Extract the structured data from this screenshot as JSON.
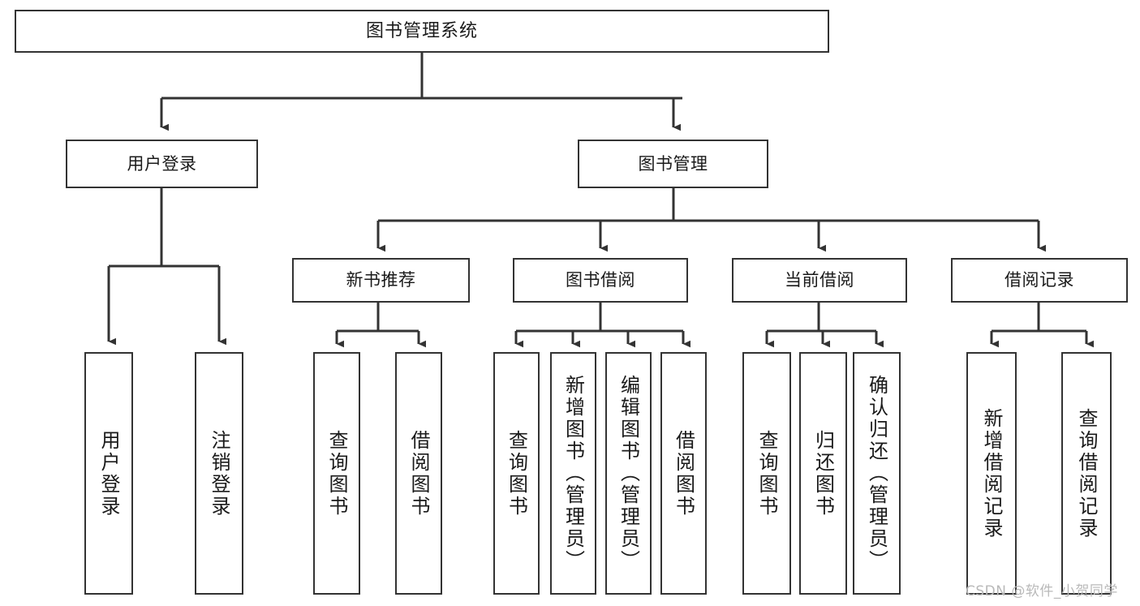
{
  "diagram": {
    "type": "tree-hierarchy",
    "title": "图书管理系统",
    "orientation": "top-down",
    "colors": {
      "box_border": "#333333",
      "box_fill": "#ffffff",
      "edge": "#333333",
      "text": "#1a1a1a",
      "watermark": "#b9b9b9",
      "background": "#ffffff"
    },
    "nodes": {
      "root": {
        "label": "图书管理系统",
        "level": 0
      },
      "level1": [
        {
          "id": "user-login",
          "label": "用户登录"
        },
        {
          "id": "book-manage",
          "label": "图书管理"
        }
      ],
      "level2": [
        {
          "id": "new-book-recommend",
          "label": "新书推荐",
          "parent": "book-manage"
        },
        {
          "id": "book-borrow",
          "label": "图书借阅",
          "parent": "book-manage"
        },
        {
          "id": "current-borrow",
          "label": "当前借阅",
          "parent": "book-manage"
        },
        {
          "id": "borrow-record",
          "label": "借阅记录",
          "parent": "book-manage"
        }
      ],
      "leaves": {
        "user-login": [
          {
            "id": "leaf-user-login",
            "label": "用户登录"
          },
          {
            "id": "leaf-user-logout",
            "label": "注销登录"
          }
        ],
        "new-book-recommend": [
          {
            "id": "leaf-query-book-1",
            "label": "查询图书"
          },
          {
            "id": "leaf-borrow-book-1",
            "label": "借阅图书"
          }
        ],
        "book-borrow": [
          {
            "id": "leaf-query-book-2",
            "label": "查询图书"
          },
          {
            "id": "leaf-add-book",
            "label": "新增图书（管理员）"
          },
          {
            "id": "leaf-edit-book",
            "label": "编辑图书（管理员）"
          },
          {
            "id": "leaf-borrow-book-2",
            "label": "借阅图书"
          }
        ],
        "current-borrow": [
          {
            "id": "leaf-query-book-3",
            "label": "查询图书"
          },
          {
            "id": "leaf-return-book",
            "label": "归还图书"
          },
          {
            "id": "leaf-confirm-return",
            "label": "确认归还（管理员）"
          }
        ],
        "borrow-record": [
          {
            "id": "leaf-add-record",
            "label": "新增借阅记录"
          },
          {
            "id": "leaf-query-record",
            "label": "查询借阅记录"
          }
        ]
      }
    },
    "watermark": "CSDN @软件_小贺同学"
  }
}
